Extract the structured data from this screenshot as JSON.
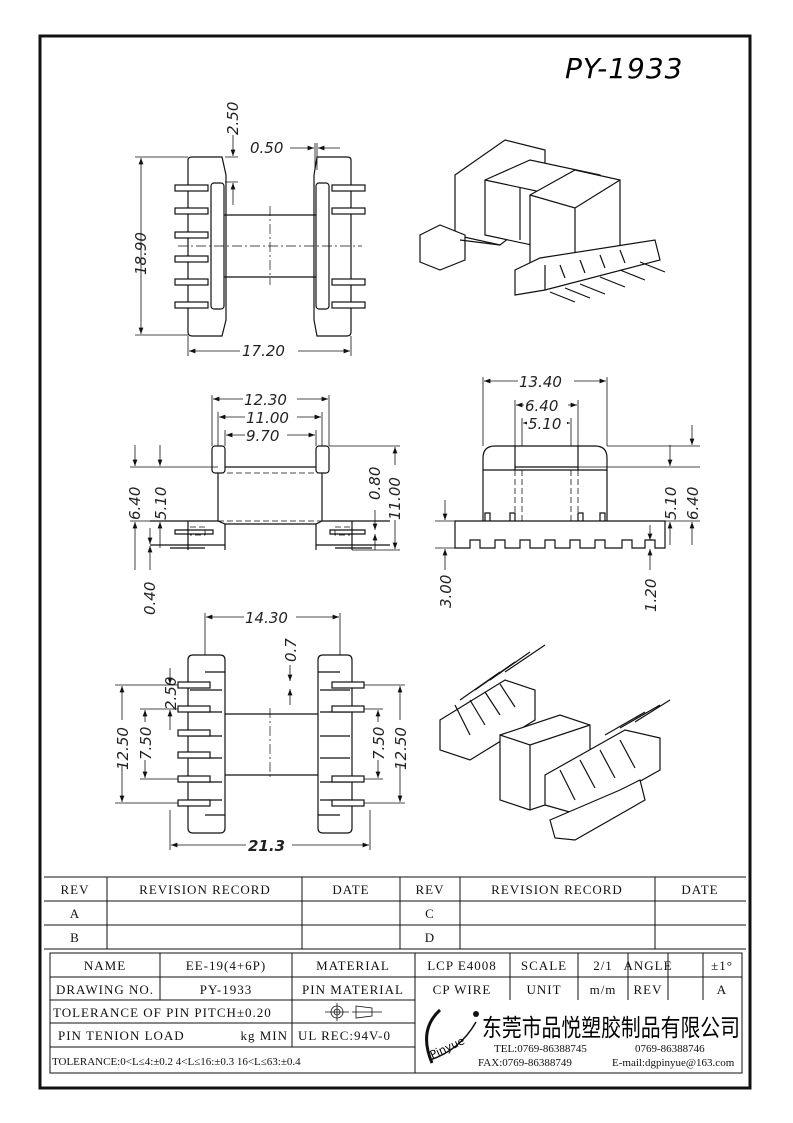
{
  "title": "PY-1933",
  "dimensions": {
    "top_view": {
      "height": "18.90",
      "width": "17.20",
      "flange_step": "2.50",
      "gap": "0.50"
    },
    "front_view": {
      "w1": "12.30",
      "w2": "11.00",
      "w3": "9.70",
      "h1": "6.40",
      "h2": "5.10",
      "pin_off": "0.40",
      "r1": "0.80",
      "r2": "11.00"
    },
    "side_view": {
      "w1": "13.40",
      "w2": "6.40",
      "w3": "5.10",
      "h1": "5.10",
      "h2": "6.40",
      "pin_len": "3.00",
      "pin_step": "1.20"
    },
    "bottom_view": {
      "width": "14.30",
      "gap": "0.7",
      "h_left": "12.50",
      "h_left2": "7.50",
      "pitch": "2.50",
      "h_right2": "7.50",
      "h_right": "12.50",
      "overall": "21.3"
    }
  },
  "revision_table": {
    "headers": [
      "REV",
      "REVISION RECORD",
      "DATE",
      "REV",
      "REVISION RECORD",
      "DATE"
    ],
    "rows": [
      [
        "A",
        "",
        "",
        "C",
        "",
        ""
      ],
      [
        "B",
        "",
        "",
        "D",
        "",
        ""
      ]
    ]
  },
  "title_block": {
    "name_label": "NAME",
    "name_value": "EE-19(4+6P)",
    "material_label": "MATERIAL",
    "material_value": "LCP E4008",
    "scale_label": "SCALE",
    "scale_value": "2/1",
    "angle_label": "ANGLE",
    "angle_value": "±1°",
    "drawing_no_label": "DRAWING NO.",
    "drawing_no_value": "PY-1933",
    "pin_material_label": "PIN MATERIAL",
    "pin_material_value": "CP WIRE",
    "unit_label": "UNIT",
    "unit_value": "m/m",
    "rev_label": "REV",
    "rev_value": "A",
    "pin_pitch_tolerance": "TOLERANCE OF PIN PITCH±0.20",
    "pin_tension_label": "PIN TENION LOAD",
    "pin_tension_unit": "kg MIN",
    "ul_rec": "UL REC:94V-0",
    "tolerance": "TOLERANCE:0<L≤4:±0.2  4<L≤16:±0.3  16<L≤63:±0.4"
  },
  "company": {
    "logo_text": "Pinyue",
    "name": "东莞市品悦塑胶制品有限公司",
    "tel": "TEL:0769-86388745",
    "tel2": "0769-86388746",
    "fax": "FAX:0769-86388749",
    "email": "E-mail:dgpinyue@163.com"
  }
}
